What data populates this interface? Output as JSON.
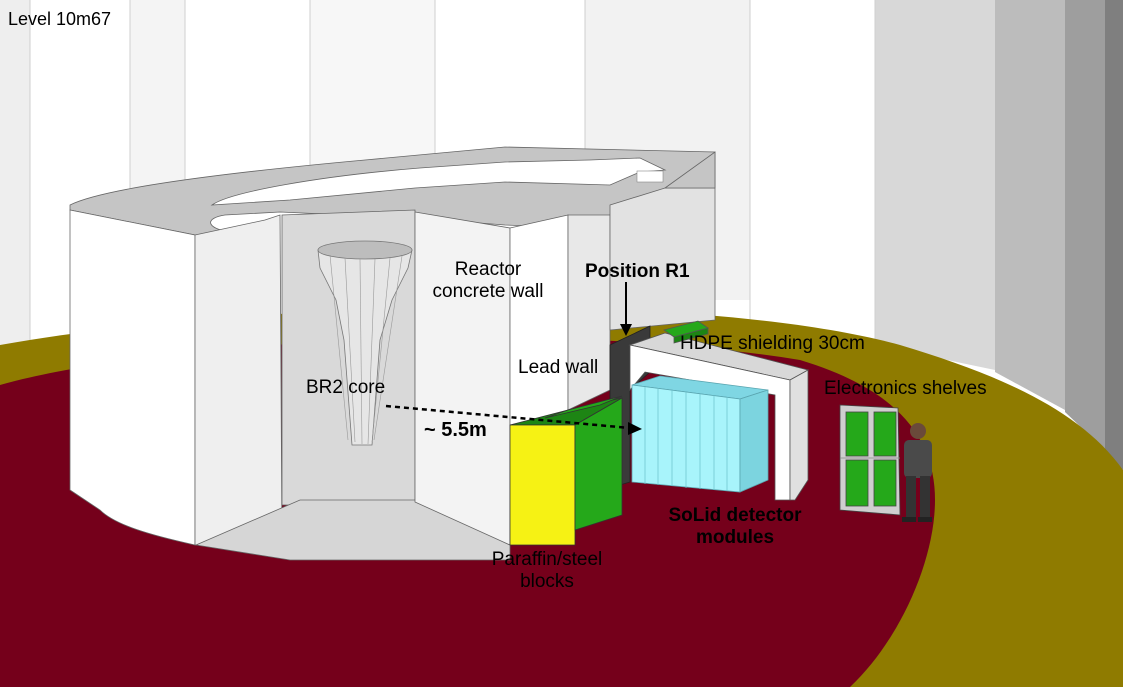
{
  "level_label": "Level 10m67",
  "labels": {
    "reactor_wall": [
      "Reactor",
      "concrete wall"
    ],
    "position": "Position R1",
    "hdpe": "HDPE shielding 30cm",
    "lead_wall": "Lead wall",
    "electronics": "Electronics shelves",
    "br2_core": "BR2 core",
    "distance": "~ 5.5m",
    "solid": [
      "SoLid detector",
      "modules"
    ],
    "paraffin": [
      "Paraffin/steel",
      "blocks"
    ]
  },
  "colors": {
    "floor": "#75001b",
    "floor_ring": "#8f7b00",
    "pool_water": "#3c7fa3",
    "detector_modules": "#a8f4fb",
    "paraffin_yellow": "#f6f214",
    "shield_green": "#25a81a",
    "lead": "#3a3a3a"
  }
}
